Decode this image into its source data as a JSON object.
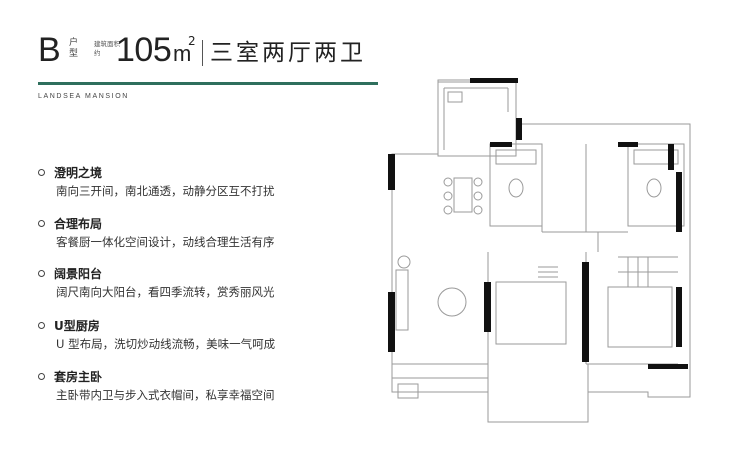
{
  "header": {
    "type_letter": "B",
    "type_word": "户型",
    "area_label": "建筑面积约",
    "area_value": "105",
    "area_unit": "m",
    "area_sup": "2",
    "layout_title": "三室两厅两卫",
    "brand": "LANDSEA MANSION",
    "accent_color": "#2f6f5d"
  },
  "features": [
    {
      "title": "澄明之境",
      "desc": "南向三开间，南北通透，动静分区互不打扰"
    },
    {
      "title": "合理布局",
      "desc": "客餐厨一体化空间设计，动线合理生活有序"
    },
    {
      "title": "阔景阳台",
      "desc": "阔尺南向大阳台，看四季流转，赏秀丽风光"
    },
    {
      "title": "U型厨房",
      "desc": "U 型布局，洗切炒动线流畅，美味一气呵成"
    },
    {
      "title": "套房主卧",
      "desc": "主卧带内卫与步入式衣帽间，私享幸福空间"
    }
  ]
}
